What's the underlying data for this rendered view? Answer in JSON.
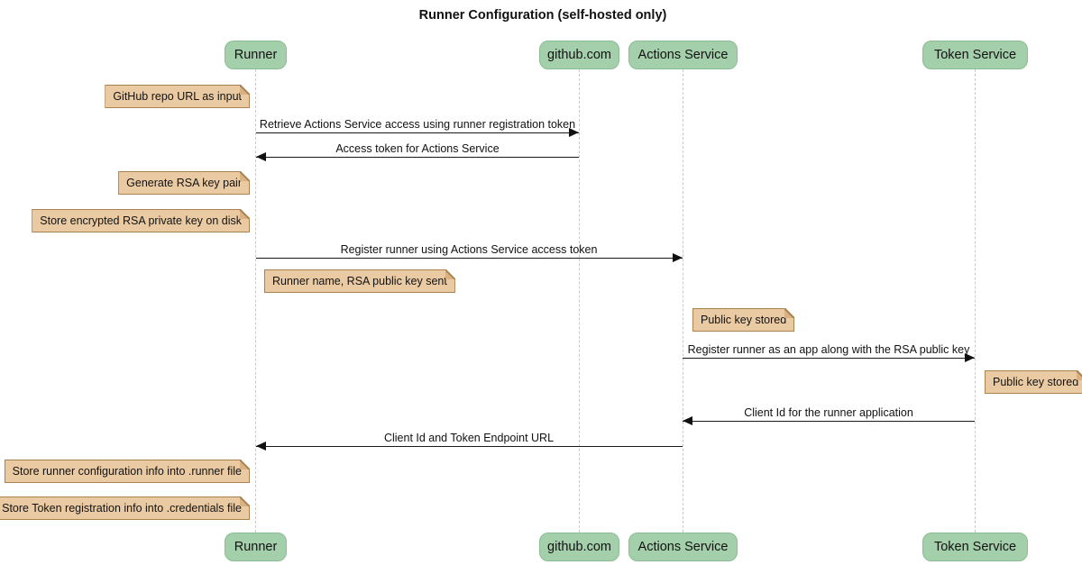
{
  "title": "Runner Configuration (self-hosted only)",
  "diagram_type": "sequence-diagram",
  "participants": [
    {
      "name": "Runner"
    },
    {
      "name": "github.com"
    },
    {
      "name": "Actions Service"
    },
    {
      "name": "Token Service"
    }
  ],
  "messages": [
    {
      "from": "Runner",
      "to": "github.com",
      "text": "Retrieve Actions Service access using runner registration token"
    },
    {
      "from": "github.com",
      "to": "Runner",
      "text": "Access token for Actions Service"
    },
    {
      "from": "Runner",
      "to": "Actions Service",
      "text": "Register runner using Actions Service access token"
    },
    {
      "from": "Actions Service",
      "to": "Token Service",
      "text": "Register runner as an app along with the RSA public key"
    },
    {
      "from": "Token Service",
      "to": "Actions Service",
      "text": "Client Id for the runner application"
    },
    {
      "from": "Actions Service",
      "to": "Runner",
      "text": "Client Id and Token Endpoint URL"
    }
  ],
  "notes": [
    {
      "anchor": "Runner",
      "side": "left",
      "text": "GitHub repo URL as input"
    },
    {
      "anchor": "Runner",
      "side": "left",
      "text": "Generate RSA key pair"
    },
    {
      "anchor": "Runner",
      "side": "left",
      "text": "Store encrypted RSA private key on disk"
    },
    {
      "anchor": "Runner",
      "side": "right",
      "text": "Runner name, RSA public key sent"
    },
    {
      "anchor": "Actions Service",
      "side": "right",
      "text": "Public key stored"
    },
    {
      "anchor": "Token Service",
      "side": "right",
      "text": "Public key stored"
    },
    {
      "anchor": "Runner",
      "side": "left",
      "text": "Store runner configuration info into .runner file"
    },
    {
      "anchor": "Runner",
      "side": "left",
      "text": "Store Token registration info into .credentials file"
    }
  ],
  "colors": {
    "actor_fill": "#A3CFAA",
    "actor_border": "#8ABD94",
    "note_fill": "#EACAA3",
    "note_border": "#AA8250",
    "note_fold": "#D9B183",
    "lifeline": "#C9C9C9",
    "message_line": "#1A1A1A"
  }
}
